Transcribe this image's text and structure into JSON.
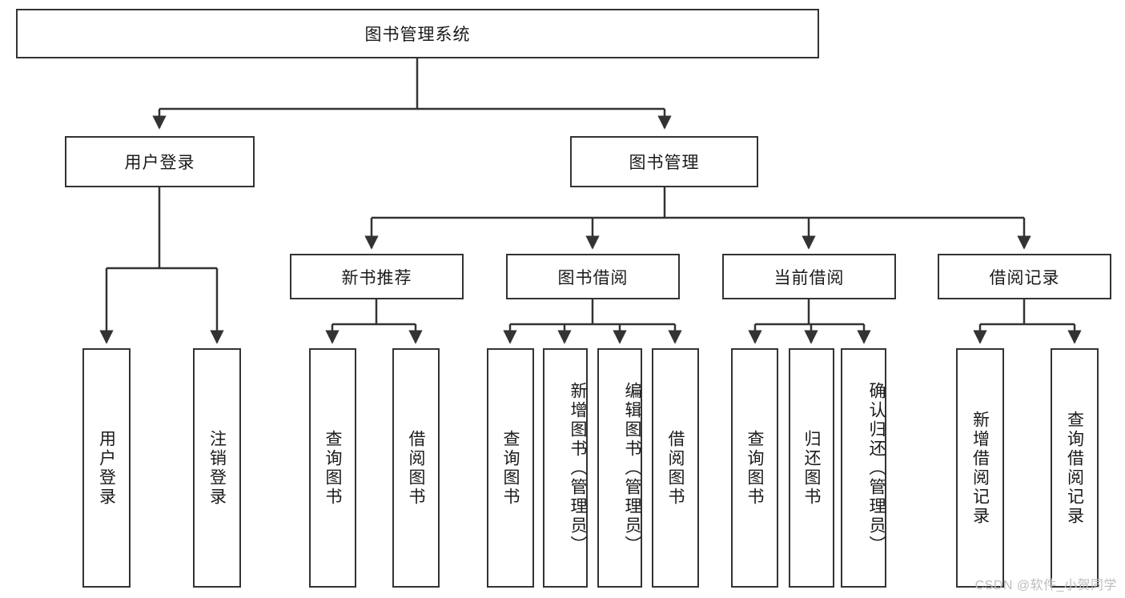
{
  "diagram": {
    "title": "图书管理系统",
    "type": "tree",
    "watermark": "CSDN @软件_小贺同学",
    "colors": {
      "border": "#333333",
      "background": "#ffffff",
      "text": "#1a1a1a",
      "watermark": "#bdbdbd"
    },
    "root": {
      "label": "图书管理系统"
    },
    "level2": [
      {
        "label": "用户登录"
      },
      {
        "label": "图书管理"
      }
    ],
    "level3": [
      {
        "label": "新书推荐"
      },
      {
        "label": "图书借阅"
      },
      {
        "label": "当前借阅"
      },
      {
        "label": "借阅记录"
      }
    ],
    "leaves": {
      "user_login": [
        {
          "label": "用户登录"
        },
        {
          "label": "注销登录"
        }
      ],
      "new_book": [
        {
          "label": "查询图书"
        },
        {
          "label": "借阅图书"
        }
      ],
      "borrow": [
        {
          "label": "查询图书"
        },
        {
          "label": "新增图书（管理员）"
        },
        {
          "label": "编辑图书（管理员）"
        },
        {
          "label": "借阅图书"
        }
      ],
      "current": [
        {
          "label": "查询图书"
        },
        {
          "label": "归还图书"
        },
        {
          "label": "确认归还（管理员）"
        }
      ],
      "records": [
        {
          "label": "新增借阅记录"
        },
        {
          "label": "查询借阅记录"
        }
      ]
    }
  }
}
